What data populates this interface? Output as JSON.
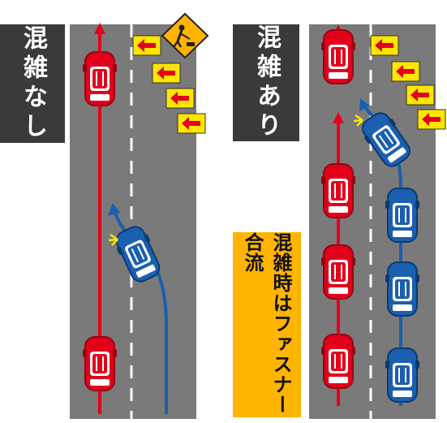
{
  "left_panel": {
    "label": "混雑なし"
  },
  "right_panel": {
    "label": "混雑あり"
  },
  "callout": {
    "text": "混雑時はファスナー合流"
  },
  "icons": {
    "road_work_sign": "worker-digging-sign",
    "arrow_signs": "left-arrow-sign",
    "car": "car-topview"
  },
  "colors": {
    "road": "#7a7a7a",
    "red_car": "#e3001b",
    "blue_car": "#1a5fb0",
    "sign_yellow": "#ffe600",
    "callout_orange": "#ffb400",
    "label_bg": "#3a3a3a"
  }
}
